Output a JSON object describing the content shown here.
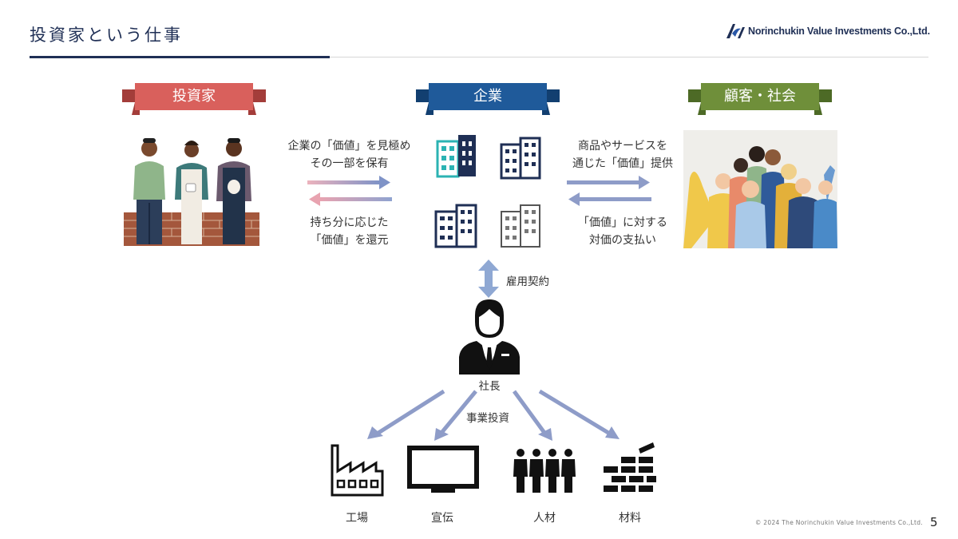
{
  "header": {
    "title": "投資家という仕事",
    "logo_text": "Norinchukin Value Investments Co.,Ltd."
  },
  "banners": {
    "investor": "投資家",
    "company": "企業",
    "customer": "顧客・社会"
  },
  "flows": {
    "investor_to_company": [
      "企業の「価値」を見極め",
      "その一部を保有"
    ],
    "company_to_investor": [
      "持ち分に応じた",
      "「価値」を還元"
    ],
    "company_to_customer": [
      "商品やサービスを",
      "通じた「価値」提供"
    ],
    "customer_to_company": [
      "「価値」に対する",
      "対価の支払い"
    ]
  },
  "ceo": {
    "contract_label": "雇用契約",
    "label": "社長",
    "investment_label": "事業投資"
  },
  "resources": [
    "工場",
    "宣伝",
    "人材",
    "材料"
  ],
  "footer": {
    "copyright": "© 2024  The  Norinchukin  Value  Investments  Co.,Ltd.",
    "page": "5"
  },
  "colors": {
    "navy": "#1f2f55",
    "investor_banner": "#d9605c",
    "company_banner": "#1f5a9a",
    "customer_banner": "#6f8f3a",
    "arrow_pink": "#e8a3b0",
    "arrow_blue": "#8e9cc8"
  }
}
